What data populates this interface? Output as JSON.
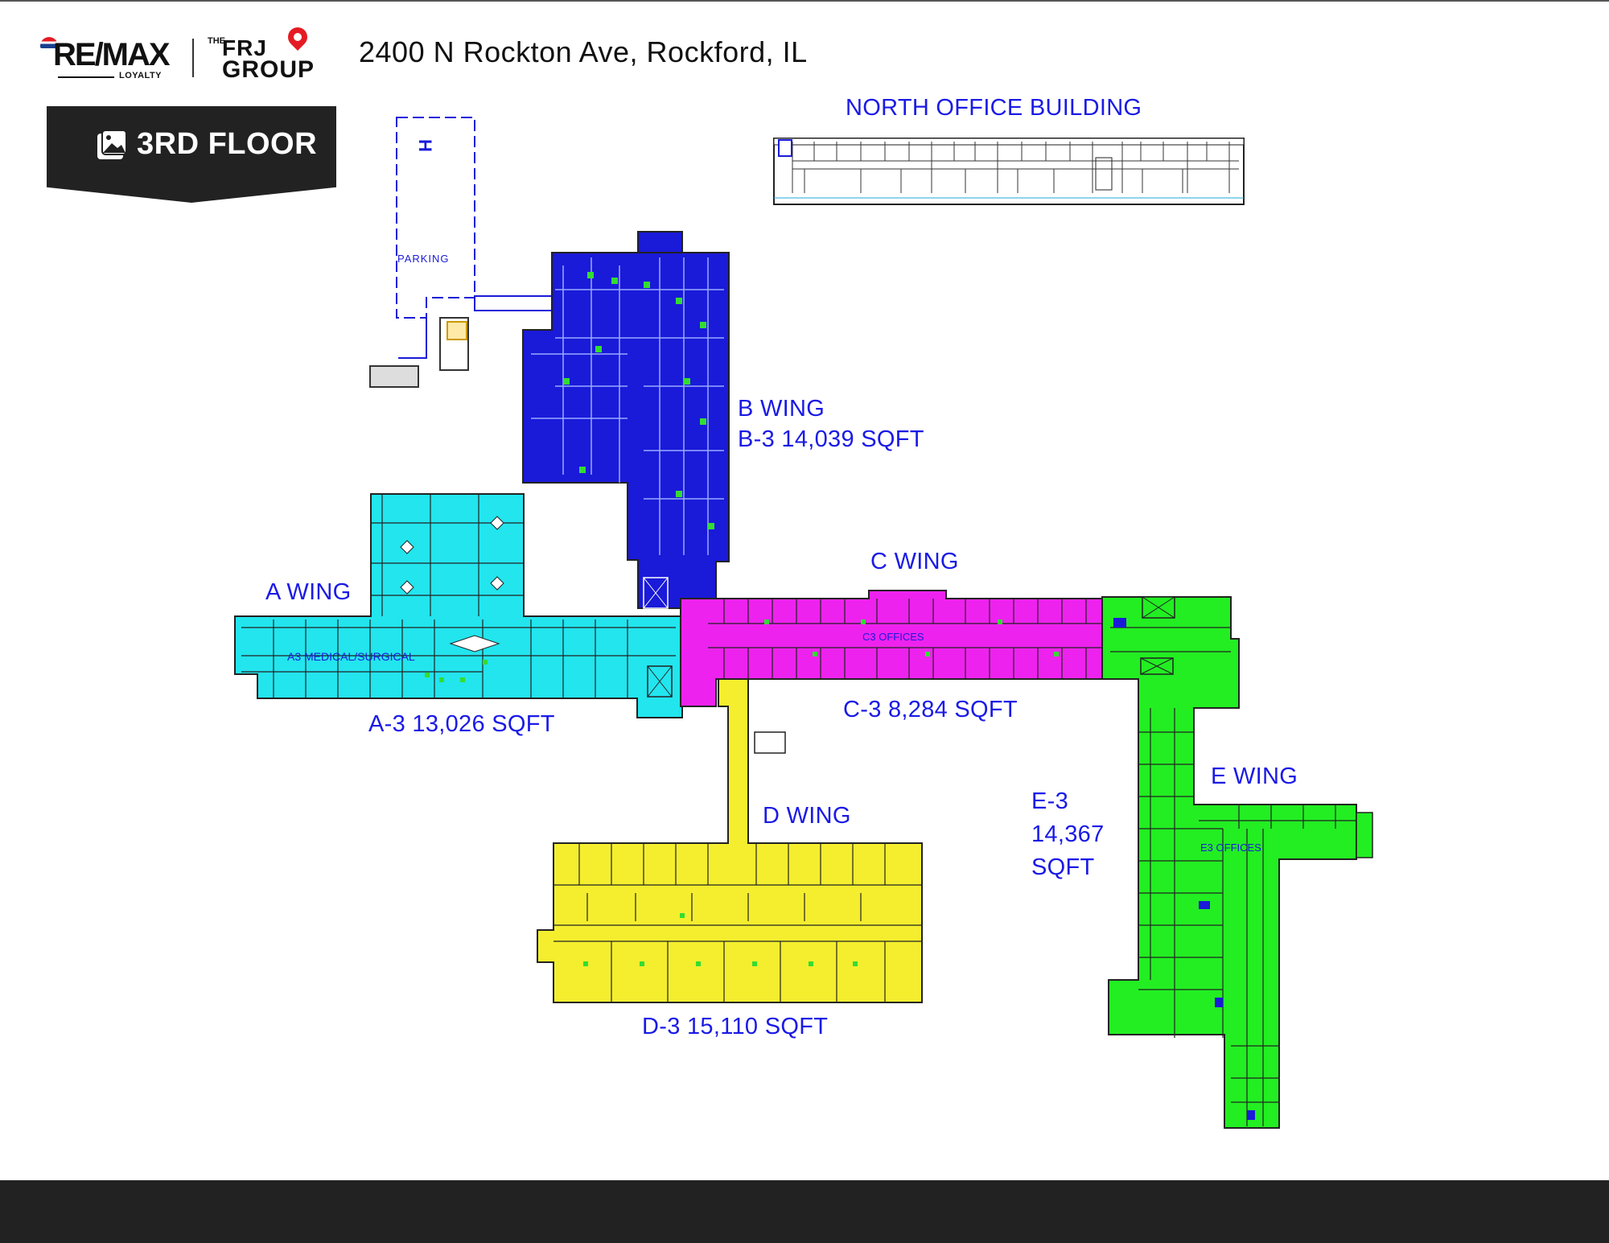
{
  "branding": {
    "remax_logo": "RE/MAX",
    "remax_sub": "LOYALTY",
    "frj_the": "THE",
    "frj_top": "FRJ",
    "frj_group": "GROUP"
  },
  "header": {
    "address": "2400 N Rockton Ave, Rockford, IL"
  },
  "floor_badge": {
    "label": "3RD FLOOR",
    "icon": "image-icon"
  },
  "plan": {
    "north_building": "NORTH OFFICE BUILDING",
    "parking": "PARKING",
    "helipad": "H",
    "wings": {
      "a": {
        "name": "A WING",
        "area": "A-3 13,026 SQFT",
        "room": "A3 MEDICAL/SURGICAL",
        "color": "#22e5ee"
      },
      "b": {
        "name": "B WING",
        "area": "B-3 14,039 SQFT",
        "color": "#1a1ad9"
      },
      "c": {
        "name": "C WING",
        "area": "C-3 8,284 SQFT",
        "room": "C3 OFFICES",
        "color": "#ee22ee"
      },
      "d": {
        "name": "D WING",
        "area": "D-3 15,110 SQFT",
        "color": "#f4ee2e"
      },
      "e": {
        "name": "E WING",
        "area_line1": "E-3",
        "area_line2": "14,367",
        "area_line3": "SQFT",
        "room": "E3 OFFICES",
        "color": "#22ee22"
      }
    }
  }
}
